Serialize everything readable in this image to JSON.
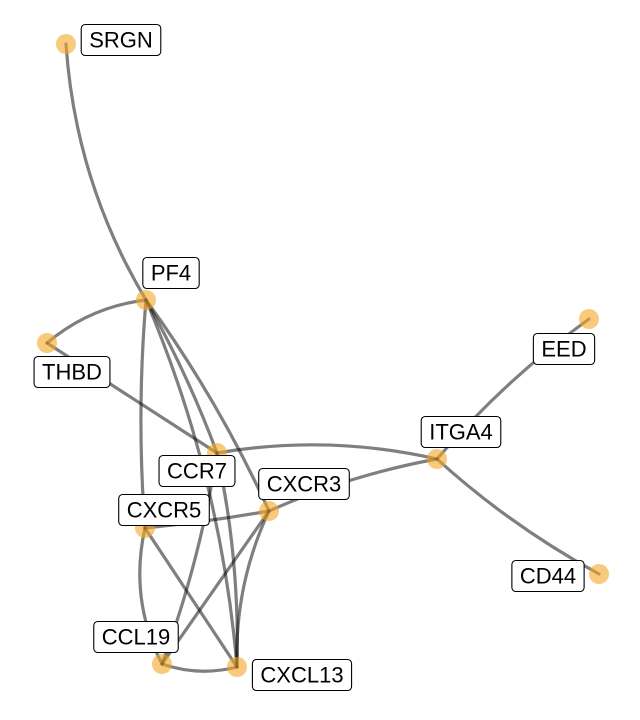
{
  "colors": {
    "node": "#F5A623",
    "edge": "#000000",
    "label_bg": "#ffffff"
  },
  "graph": {
    "nodes": [
      {
        "id": "SRGN",
        "label": "SRGN"
      },
      {
        "id": "PF4",
        "label": "PF4"
      },
      {
        "id": "THBD",
        "label": "THBD"
      },
      {
        "id": "EED",
        "label": "EED"
      },
      {
        "id": "ITGA4",
        "label": "ITGA4"
      },
      {
        "id": "CCR7",
        "label": "CCR7"
      },
      {
        "id": "CXCR3",
        "label": "CXCR3"
      },
      {
        "id": "CXCR5",
        "label": "CXCR5"
      },
      {
        "id": "CD44",
        "label": "CD44"
      },
      {
        "id": "CCL19",
        "label": "CCL19"
      },
      {
        "id": "CXCL13",
        "label": "CXCL13"
      }
    ],
    "edges": [
      [
        "SRGN",
        "PF4"
      ],
      [
        "PF4",
        "THBD"
      ],
      [
        "PF4",
        "CXCR5"
      ],
      [
        "PF4",
        "CCR7"
      ],
      [
        "PF4",
        "CXCR3"
      ],
      [
        "PF4",
        "CXCL13"
      ],
      [
        "THBD",
        "CCR7"
      ],
      [
        "CCR7",
        "ITGA4"
      ],
      [
        "CCR7",
        "CXCL13"
      ],
      [
        "CCR7",
        "CCL19"
      ],
      [
        "CXCR5",
        "CXCR3"
      ],
      [
        "CXCR5",
        "CCL19"
      ],
      [
        "CXCR5",
        "CXCL13"
      ],
      [
        "CXCR3",
        "ITGA4"
      ],
      [
        "CXCR3",
        "CCL19"
      ],
      [
        "CXCR3",
        "CXCL13"
      ],
      [
        "CCL19",
        "CXCL13"
      ],
      [
        "ITGA4",
        "EED"
      ],
      [
        "ITGA4",
        "CD44"
      ]
    ]
  }
}
